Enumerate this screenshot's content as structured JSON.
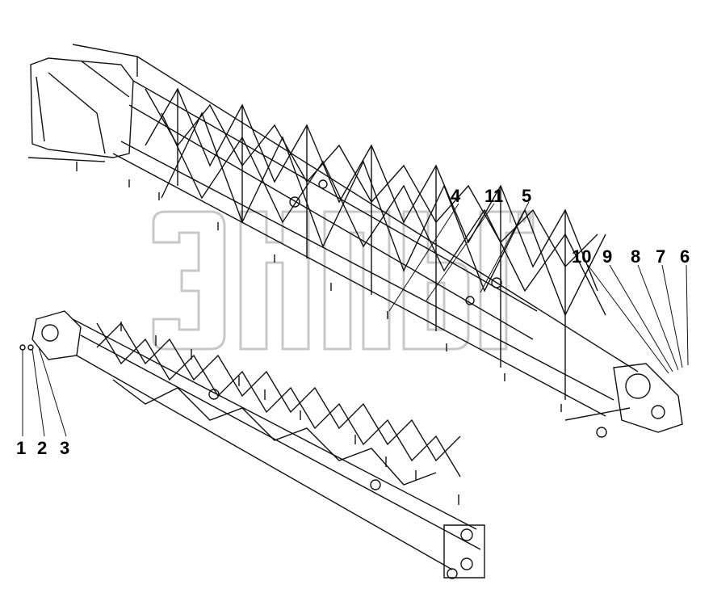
{
  "watermark": {
    "trademark": "™",
    "color": "#c8c8c8"
  },
  "line_color": "#111111",
  "callouts": {
    "c1": "1",
    "c2": "2",
    "c3": "3",
    "c4": "4",
    "c5": "5",
    "c6": "6",
    "c7": "7",
    "c8": "8",
    "c9": "9",
    "c10": "10",
    "c11": "11"
  }
}
